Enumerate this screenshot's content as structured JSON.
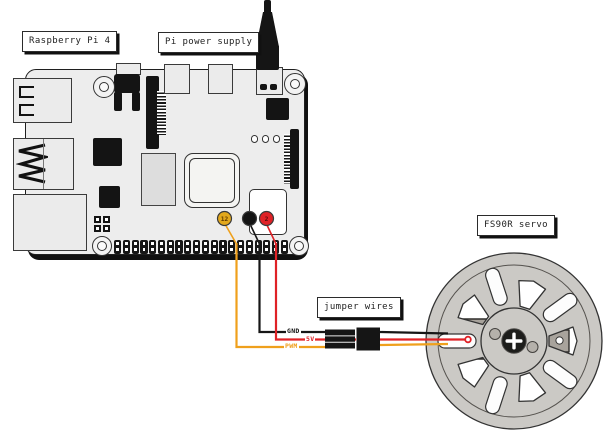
{
  "diagram": {
    "title_labels": {
      "raspberry_pi": "Raspberry Pi 4",
      "power_supply": "Pi power supply",
      "jumper_wires": "jumper wires",
      "servo": "FS90R servo"
    },
    "wire_labels": {
      "gnd": "GND",
      "five_v": "5V",
      "pwm": "PWM"
    },
    "pin_badges": {
      "pwm": "12",
      "gnd": "",
      "five_v": "2"
    },
    "gpio": {
      "pin_cells": 20
    },
    "colors": {
      "gnd_wire": "#161616",
      "five_v_wire": "#df2126",
      "pwm_wire": "#efa01c",
      "board_fill": "#ededed",
      "servo_body": "#a8a39c",
      "servo_wheel": "#cbc9c5"
    }
  }
}
